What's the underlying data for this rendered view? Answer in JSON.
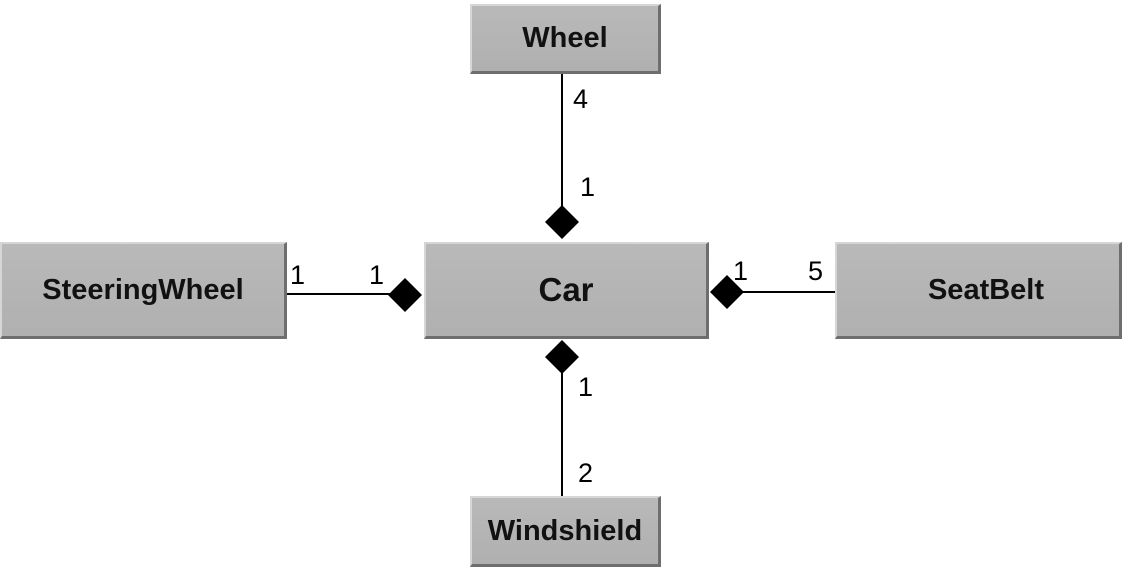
{
  "classes": {
    "wheel": "Wheel",
    "car": "Car",
    "steering_wheel": "SteeringWheel",
    "seat_belt": "SeatBelt",
    "windshield": "Windshield"
  },
  "associations": {
    "wheel": {
      "part": "4",
      "whole": "1"
    },
    "steering_wheel": {
      "part": "1",
      "whole": "1"
    },
    "seat_belt": {
      "part": "5",
      "whole": "1"
    },
    "windshield": {
      "part": "2",
      "whole": "1"
    }
  },
  "colors": {
    "box_fill": "#b3b3b3",
    "line": "#000000"
  }
}
